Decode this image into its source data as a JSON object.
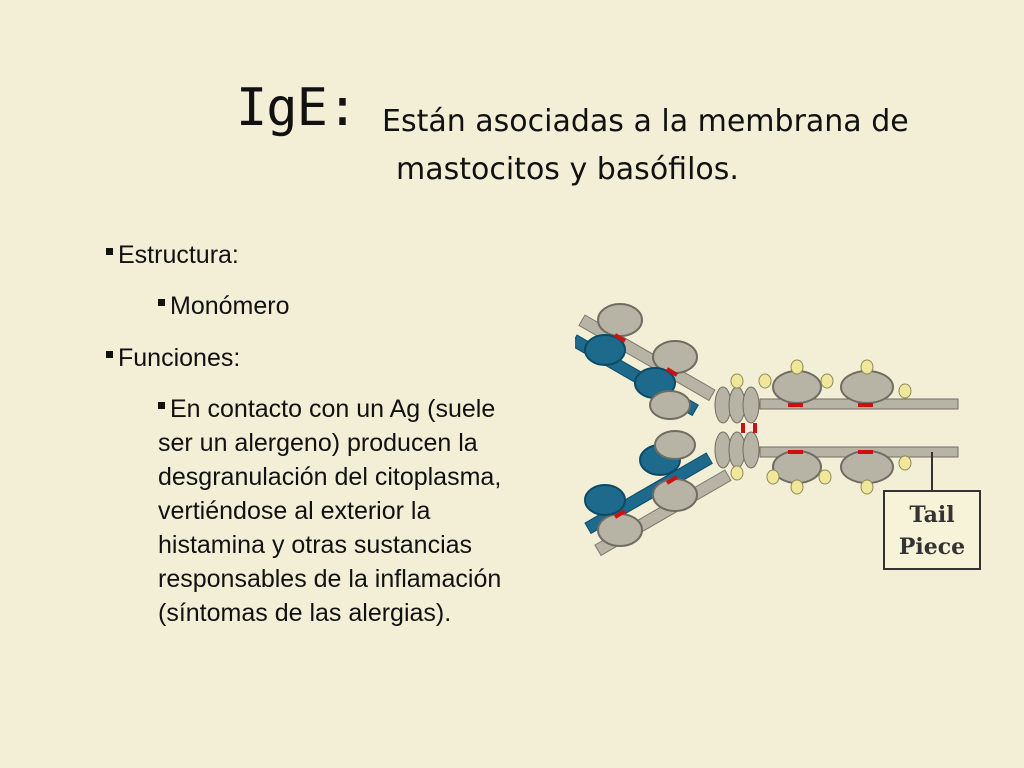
{
  "title": {
    "main": "IgE:",
    "subtitle_line1": "Están asociadas a la membrana de",
    "subtitle_line2": "mastocitos y basófilos."
  },
  "bullets": [
    {
      "level": 1,
      "text": "Estructura:"
    },
    {
      "level": 2,
      "text": "Monómero"
    },
    {
      "level": 1,
      "text": "Funciones:"
    },
    {
      "level": 2,
      "text": "En contacto con un Ag (suele\nser un alergeno) producen la\ndesgranulación del citoplasma,\nvertiéndose al exterior la\nhistamina y otras sustancias\nresponsables de la inflamación\n(síntomas de las alergias)."
    }
  ],
  "diagram": {
    "callout_line1": "Tail",
    "callout_line2": "Piece",
    "colors": {
      "heavy_chain": "#b7b4a6",
      "light_chain": "#1d6a8c",
      "disulfide": "#cc1111",
      "glycan": "#f1e79a"
    }
  }
}
